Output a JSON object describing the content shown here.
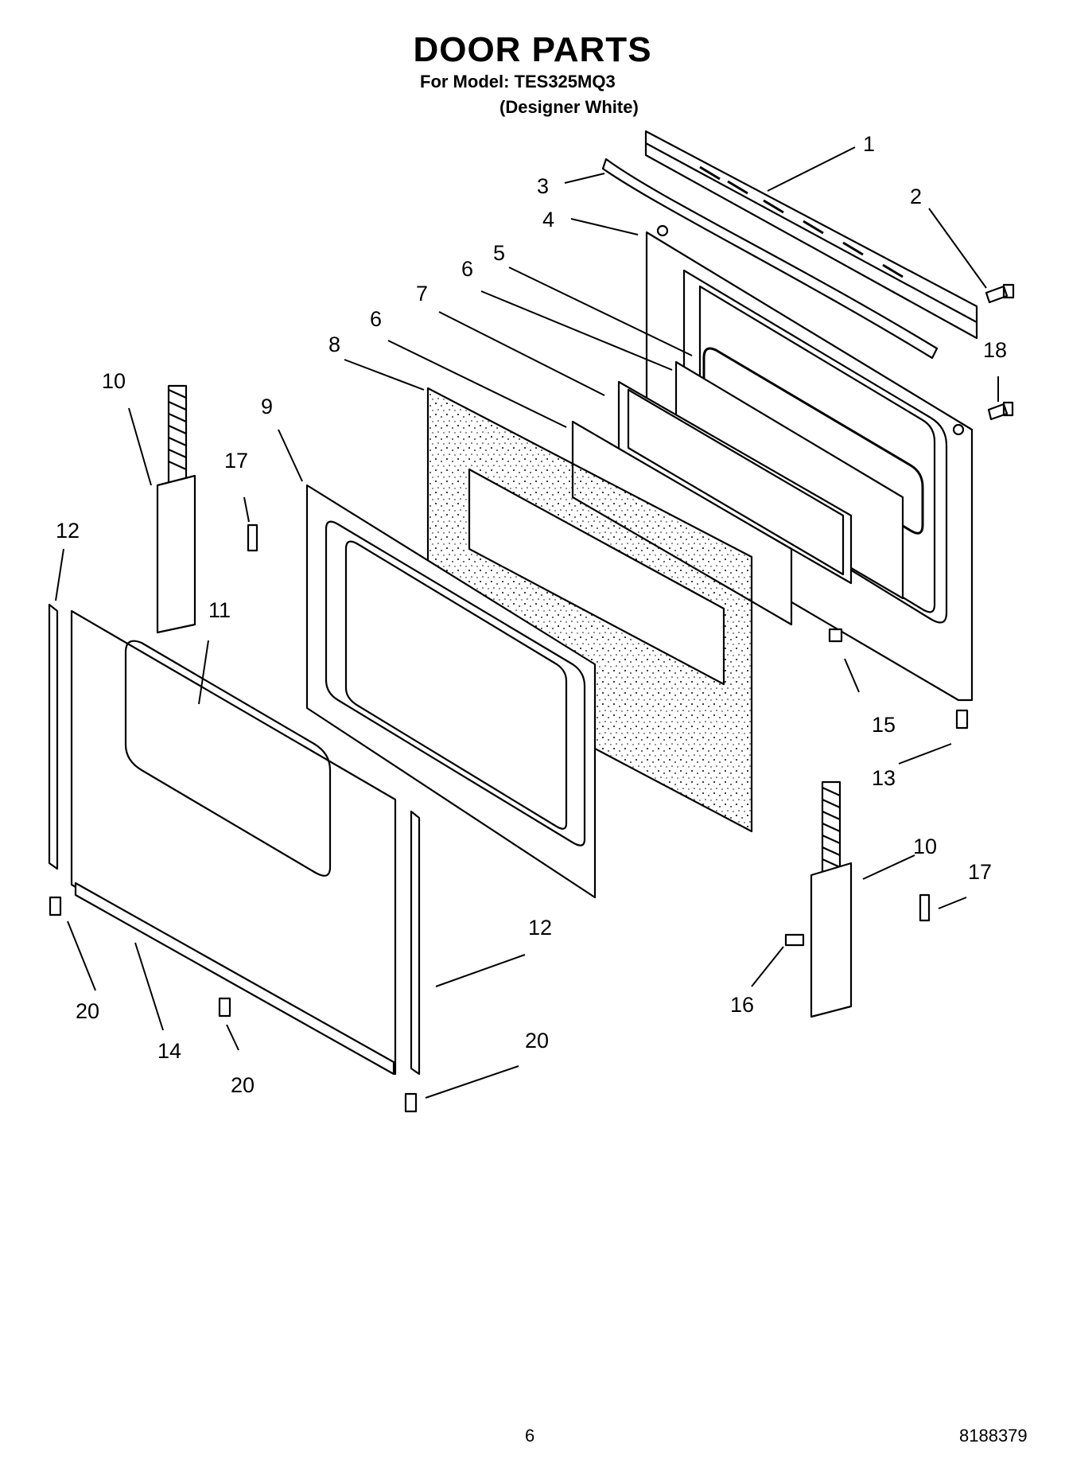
{
  "title": "DOOR PARTS",
  "model_line": "For Model: TES325MQ3",
  "variant_line": "(Designer White)",
  "page_number": "6",
  "document_number": "8188379",
  "callouts": [
    "1",
    "2",
    "3",
    "4",
    "5",
    "6",
    "7",
    "6",
    "8",
    "9",
    "10",
    "17",
    "12",
    "11",
    "18",
    "15",
    "13",
    "10",
    "17",
    "12",
    "16",
    "20",
    "14",
    "20",
    "20"
  ]
}
